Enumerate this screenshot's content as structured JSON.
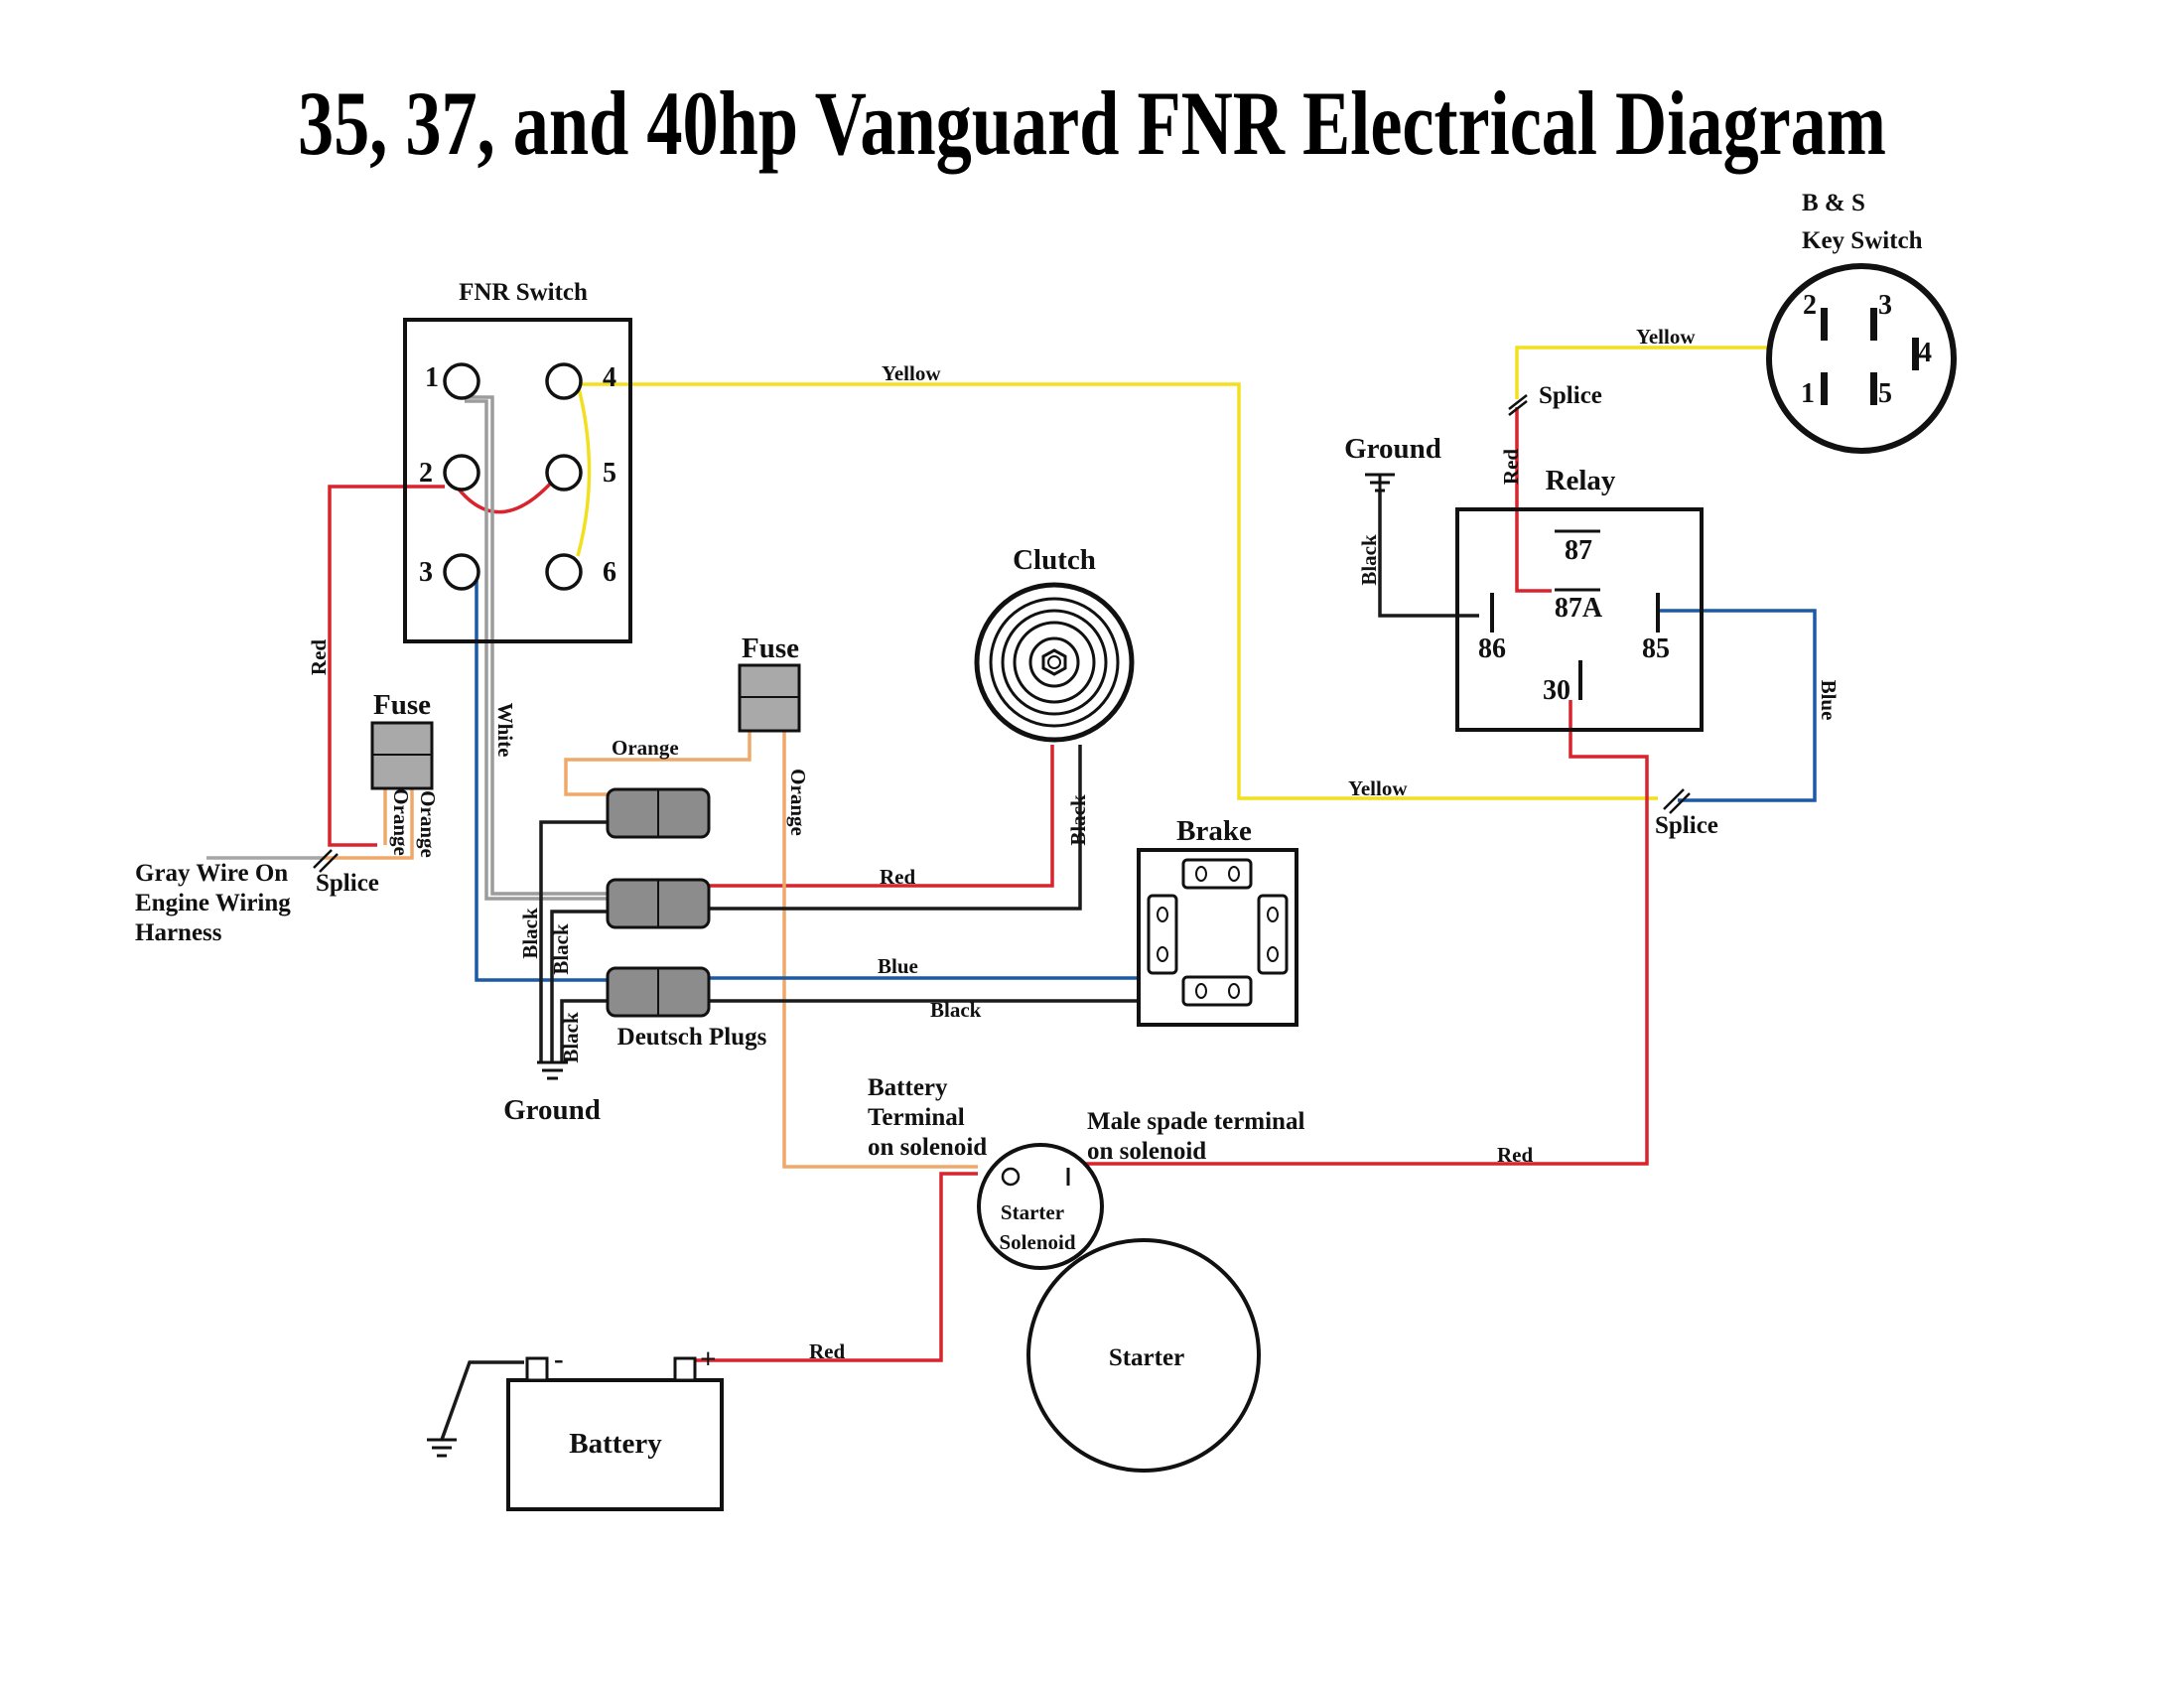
{
  "title": "35, 37, and 40hp Vanguard FNR Electrical Diagram",
  "components": {
    "fnr_switch": {
      "label": "FNR Switch",
      "pins": [
        "1",
        "2",
        "3",
        "4",
        "5",
        "6"
      ]
    },
    "key_switch": {
      "label_line1": "B & S",
      "label_line2": "Key Switch",
      "pins": [
        "2",
        "3",
        "4",
        "1",
        "5"
      ]
    },
    "relay": {
      "label": "Relay",
      "pins": [
        "87",
        "87A",
        "86",
        "85",
        "30"
      ]
    },
    "clutch": {
      "label": "Clutch"
    },
    "brake": {
      "label": "Brake"
    },
    "fuse_left": {
      "label": "Fuse"
    },
    "fuse_center": {
      "label": "Fuse"
    },
    "deutsch_plugs": {
      "label": "Deutsch Plugs"
    },
    "starter_solenoid": {
      "line1": "Starter",
      "line2": "Solenoid"
    },
    "starter": {
      "label": "Starter"
    },
    "battery": {
      "label": "Battery",
      "neg": "-",
      "pos": "+"
    },
    "ground_left": {
      "label": "Ground"
    },
    "ground_relay": {
      "label": "Ground"
    }
  },
  "annotations": {
    "gray_wire": [
      "Gray Wire On",
      "Engine Wiring",
      "Harness"
    ],
    "battery_terminal": [
      "Battery",
      "Terminal",
      "on solenoid"
    ],
    "male_spade": [
      "Male spade terminal",
      "on solenoid"
    ],
    "splice": "Splice"
  },
  "wire_labels": {
    "yellow": "Yellow",
    "red": "Red",
    "white": "White",
    "orange": "Orange",
    "black": "Black",
    "blue": "Blue"
  },
  "colors": {
    "yellow": "#f2e01f",
    "red": "#d9232d",
    "blue": "#1c5aa6",
    "orange": "#f0a868",
    "black": "#1a1a1a",
    "white_wire": "#9c9c9c",
    "gray_wire": "#a6a6a6",
    "plug_fill": "#8c8c8c"
  }
}
